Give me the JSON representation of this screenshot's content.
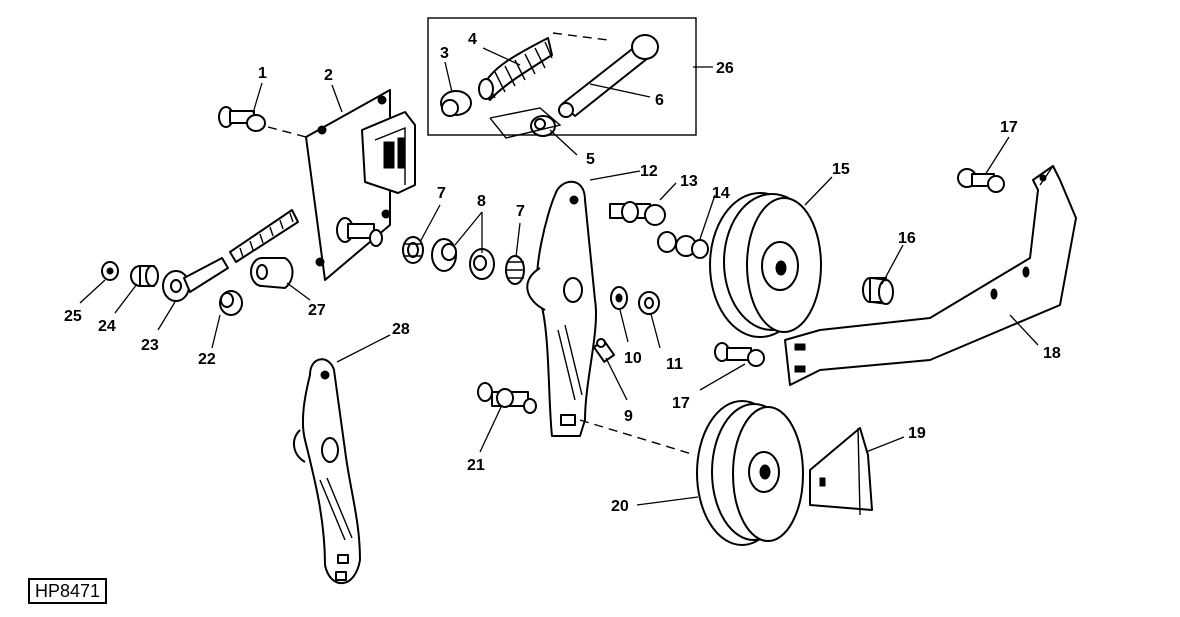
{
  "figure_code": "HP8471",
  "callouts": {
    "c1": "1",
    "c2": "2",
    "c3": "3",
    "c4": "4",
    "c5": "5",
    "c6": "6",
    "c7a": "7",
    "c7b": "7",
    "c8": "8",
    "c9": "9",
    "c10": "10",
    "c11": "11",
    "c12": "12",
    "c13": "13",
    "c14": "14",
    "c15": "15",
    "c16": "16",
    "c17a": "17",
    "c17b": "17",
    "c18": "18",
    "c19": "19",
    "c20": "20",
    "c21": "21",
    "c22": "22",
    "c23": "23",
    "c24": "24",
    "c25": "25",
    "c26": "26",
    "c27": "27",
    "c28": "28"
  }
}
